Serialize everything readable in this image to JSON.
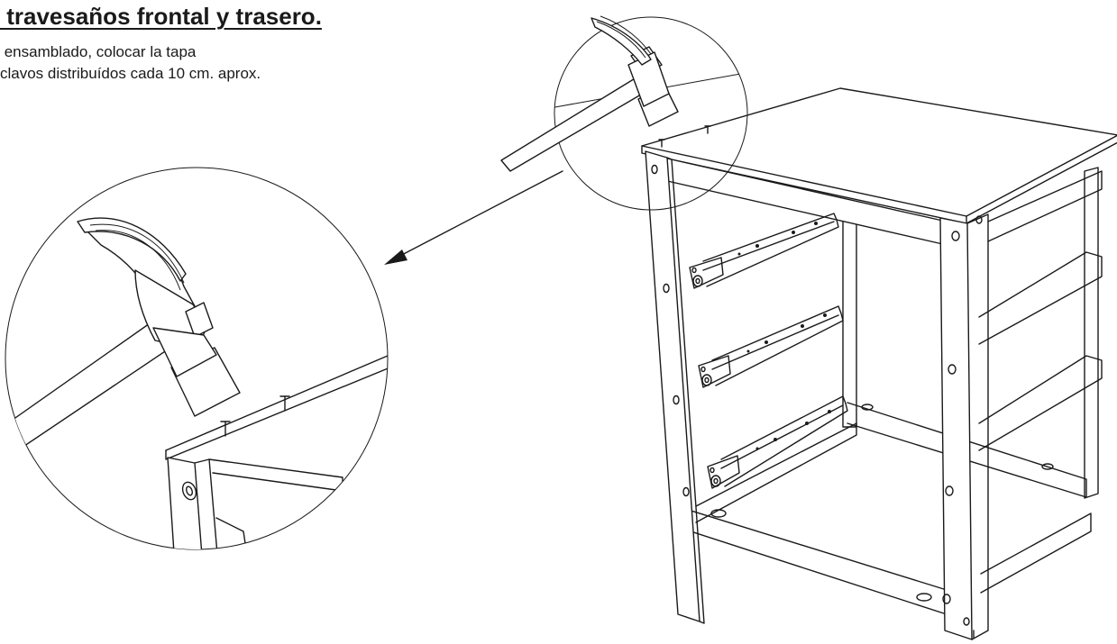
{
  "heading": " travesaños frontal y trasero.",
  "instructions": [
    " ensamblado, colocar la tapa",
    "clavos distribuídos cada 10 cm. aprox."
  ],
  "colors": {
    "ink": "#1a1a1a",
    "paper": "#ffffff"
  },
  "icons": [
    "hammer-icon",
    "nail-icon",
    "screw-icon"
  ]
}
